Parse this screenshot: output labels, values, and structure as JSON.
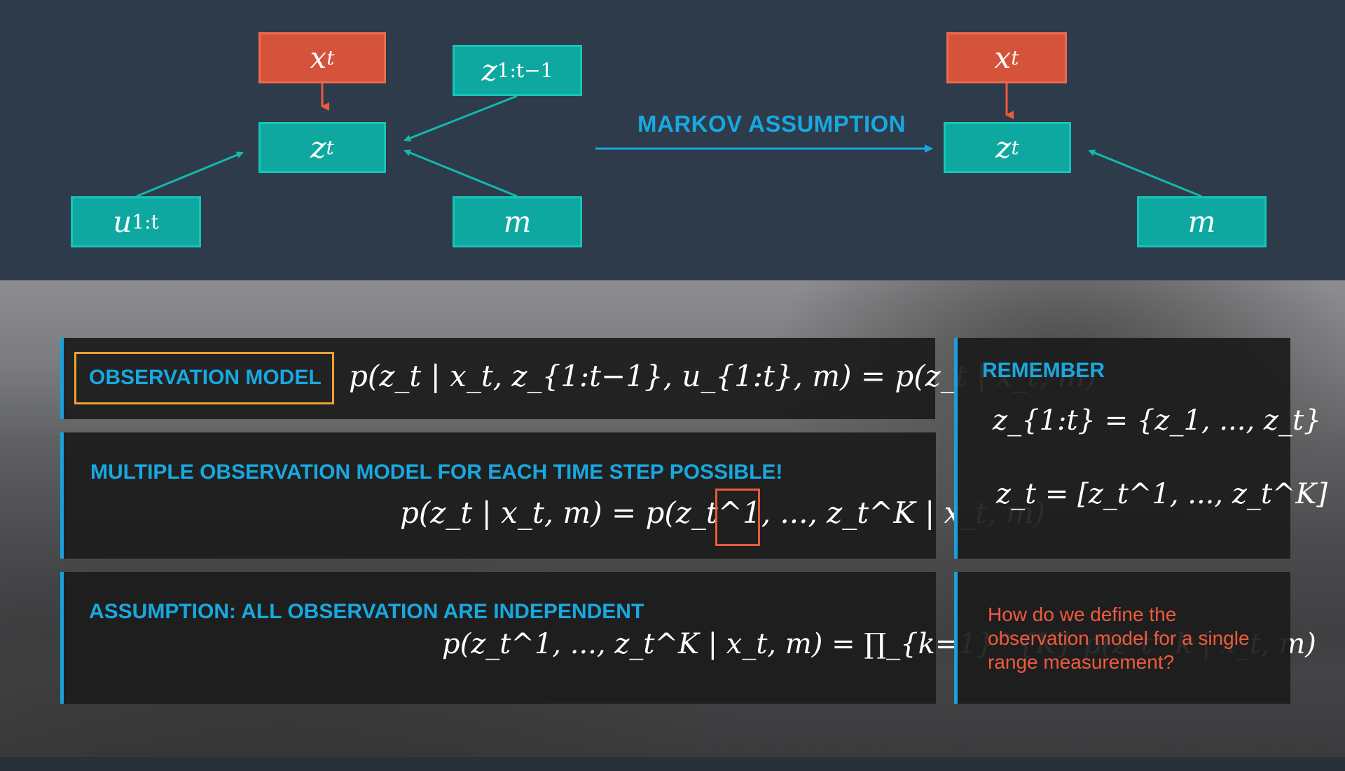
{
  "diagram": {
    "left_nodes": {
      "x": "x",
      "x_sub": "t",
      "z": "z",
      "z_sub": "t",
      "zprev": "z",
      "zprev_sub": "1:t−1",
      "u": "u",
      "u_sub": "1:t",
      "m": "m"
    },
    "markov_label": "MARKOV ASSUMPTION",
    "right_nodes": {
      "x": "x",
      "x_sub": "t",
      "z": "z",
      "z_sub": "t",
      "m": "m"
    },
    "colors": {
      "teal": "#0ea8a0",
      "red": "#d5533b",
      "arrow_teal": "#14b8ad",
      "arrow_red": "#ef5a3c",
      "markov_blue": "#18a8e0"
    }
  },
  "panels": {
    "observation_model": {
      "label": "OBSERVATION MODEL",
      "formula": "p(z_t | x_t, z_{1:t−1}, u_{1:t}, m) = p(z_t | x_t, m)"
    },
    "multiple": {
      "label": "MULTIPLE OBSERVATION MODEL FOR EACH TIME STEP POSSIBLE!",
      "formula": "p(z_t | x_t, m) = p(z_t^1, ..., z_t^K | x_t, m)"
    },
    "assumption": {
      "label": "ASSUMPTION: ALL OBSERVATION ARE INDEPENDENT",
      "formula": "p(z_t^1, ..., z_t^K | x_t, m) = ∏_{k=1}^{K} p(z_t^k | x_t, m)"
    },
    "remember": {
      "label": "REMEMBER",
      "formula1": "z_{1:t} = {z_1, ..., z_t}",
      "formula2": "z_t = [z_t^1, ..., z_t^K]"
    },
    "question": {
      "text": "How do we define the observation model for a single range measurement?"
    }
  }
}
